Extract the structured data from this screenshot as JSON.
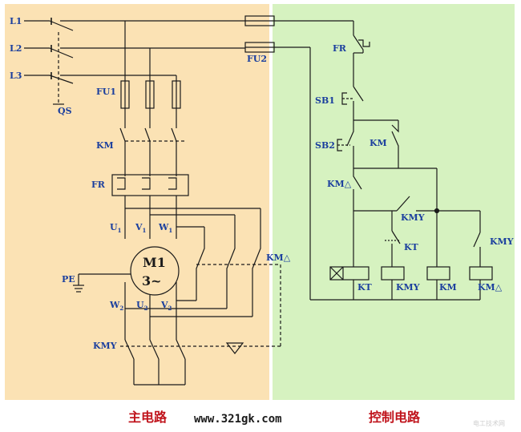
{
  "colors": {
    "main_bg": "#fbe2b4",
    "control_bg": "#d6f2c0",
    "wire": "#1a1a1a",
    "label": "#1b3f9e",
    "caption": "#c0141c"
  },
  "main_circuit": {
    "lines": [
      "L1",
      "L2",
      "L3"
    ],
    "switch": "QS",
    "fuse_main": "FU1",
    "fuse_control": "FU2",
    "contactor": "KM",
    "overload": "FR",
    "motor_name": "M1",
    "motor_phase": "3~",
    "terminals_top": [
      "U",
      "V",
      "W"
    ],
    "terminals_top_sub": "1",
    "terminals_bottom": [
      "W",
      "U",
      "V"
    ],
    "terminals_bottom_sub": "2",
    "ground": "PE",
    "delta_contactor": "KM△",
    "star_contactor": "KMY",
    "delta_symbol": "▽"
  },
  "control_circuit": {
    "fr": "FR",
    "sb1": "SB1",
    "sb2": "SB2",
    "km_hold": "KM",
    "km_delta_nc": "KM△",
    "kmy_nc": "KMY",
    "kt_contact": "KT",
    "kmy_no": "KMY",
    "coil_labels": [
      "KT",
      "KMY",
      "KM",
      "KM△"
    ]
  },
  "footer": {
    "main_title": "主电路",
    "website": "www.321gk.com",
    "control_title": "控制电路",
    "watermark": "电工技术网"
  }
}
